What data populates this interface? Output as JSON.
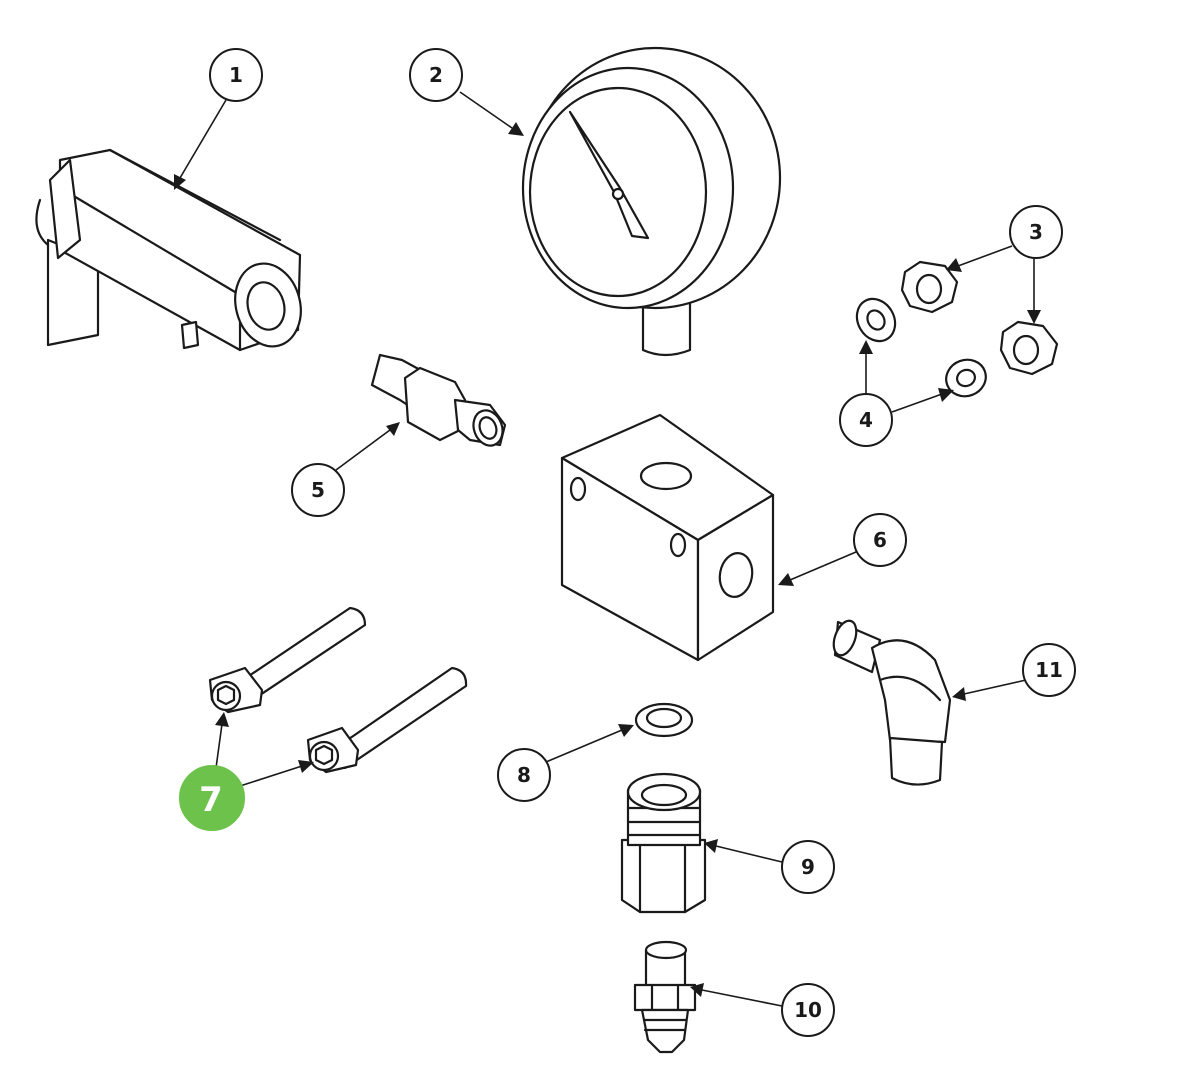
{
  "highlight_color": "#6cc24a",
  "callouts": [
    {
      "id": "1",
      "label": "1"
    },
    {
      "id": "2",
      "label": "2"
    },
    {
      "id": "3",
      "label": "3"
    },
    {
      "id": "4",
      "label": "4"
    },
    {
      "id": "5",
      "label": "5"
    },
    {
      "id": "6",
      "label": "6"
    },
    {
      "id": "7",
      "label": "7",
      "highlighted": true
    },
    {
      "id": "8",
      "label": "8"
    },
    {
      "id": "9",
      "label": "9"
    },
    {
      "id": "10",
      "label": "10"
    },
    {
      "id": "11",
      "label": "11"
    }
  ]
}
